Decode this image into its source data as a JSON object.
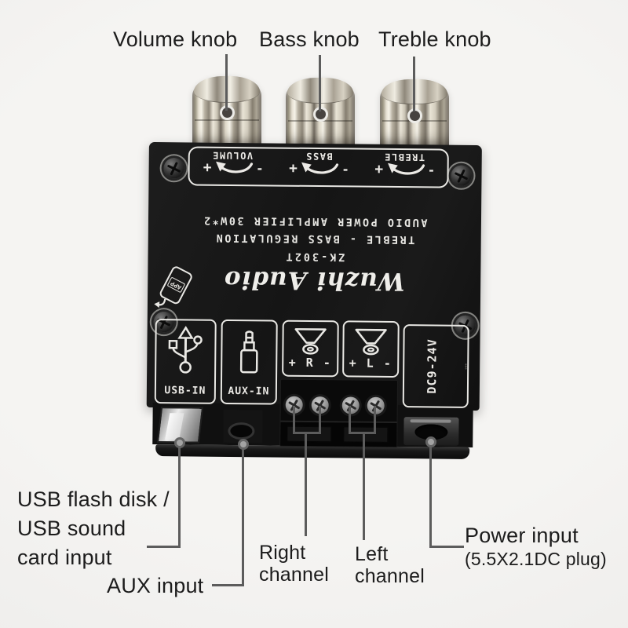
{
  "colors": {
    "background": "#f0efed",
    "board": "#161616",
    "silkscreen": "#e9e8e4",
    "leader_line": "#5c5c5c",
    "label_text": "#1c1c1c",
    "led_dot": "#d9d6ae"
  },
  "top_labels": {
    "volume": "Volume knob",
    "bass": "Bass knob",
    "treble": "Treble knob"
  },
  "board": {
    "knob_panel": {
      "plus": "+",
      "minus": "-",
      "knobs": [
        "VOLUME",
        "BASS",
        "TREBLE"
      ]
    },
    "center_text": {
      "amplifier": "AUDIO POWER AMPLIFIER 30W*2",
      "regulation": "TREBLE - BASS REGULATION",
      "model": "ZK-302T"
    },
    "logo": {
      "brand": "Wuzhi Audio",
      "app_badge": "APP"
    },
    "io_panel": {
      "usb": "USB-IN",
      "aux": "AUX-IN",
      "right": "+ R -",
      "left": "+ L -",
      "dc": "DC9-24V",
      "plus": "+",
      "minus": "-"
    }
  },
  "callouts": {
    "usb": {
      "lines": [
        "USB flash disk /",
        "USB sound",
        "card input"
      ]
    },
    "aux": {
      "label": "AUX input"
    },
    "right": {
      "lines": [
        "Right",
        "channel"
      ]
    },
    "left": {
      "lines": [
        "Left",
        "channel"
      ]
    },
    "power": {
      "title": "Power input",
      "subtitle": "(5.5X2.1DC plug)"
    }
  }
}
